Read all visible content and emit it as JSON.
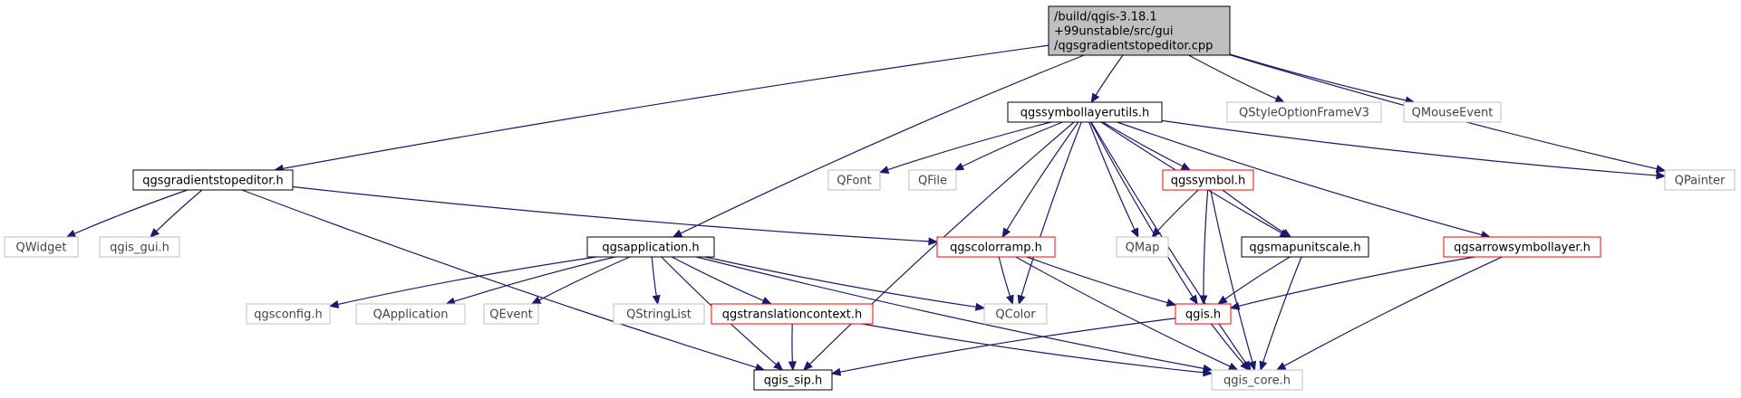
{
  "colors": {
    "edge": "#191970",
    "black_border": "#000000",
    "red_border": "#ff0000",
    "gray_border": "#bfbfbf",
    "root_fill": "#bfbfbf",
    "node_fill": "#ffffff"
  },
  "nodes": [
    {
      "id": "root",
      "lines": [
        "/build/qgis-3.18.1",
        "+99unstable/src/gui",
        "/qgsgradientstopeditor.cpp"
      ],
      "style": "root"
    },
    {
      "id": "qgssymbollayerutils_h",
      "lines": [
        "qgssymbollayerutils.h"
      ],
      "style": "black"
    },
    {
      "id": "qstyleoptionframev3",
      "lines": [
        "QStyleOptionFrameV3"
      ],
      "style": "gray"
    },
    {
      "id": "qmouseevent",
      "lines": [
        "QMouseEvent"
      ],
      "style": "gray"
    },
    {
      "id": "qgsgradientstopeditor_h",
      "lines": [
        "qgsgradientstopeditor.h"
      ],
      "style": "black"
    },
    {
      "id": "qfont",
      "lines": [
        "QFont"
      ],
      "style": "gray"
    },
    {
      "id": "qfile",
      "lines": [
        "QFile"
      ],
      "style": "gray"
    },
    {
      "id": "qgssymbol_h",
      "lines": [
        "qgssymbol.h"
      ],
      "style": "red"
    },
    {
      "id": "qpainter",
      "lines": [
        "QPainter"
      ],
      "style": "gray"
    },
    {
      "id": "qwidget",
      "lines": [
        "QWidget"
      ],
      "style": "gray"
    },
    {
      "id": "qgis_gui_h",
      "lines": [
        "qgis_gui.h"
      ],
      "style": "gray"
    },
    {
      "id": "qgsapplication_h",
      "lines": [
        "qgsapplication.h"
      ],
      "style": "black"
    },
    {
      "id": "qgscolorramp_h",
      "lines": [
        "qgscolorramp.h"
      ],
      "style": "red"
    },
    {
      "id": "qmap",
      "lines": [
        "QMap"
      ],
      "style": "gray"
    },
    {
      "id": "qgsmapunitscale_h",
      "lines": [
        "qgsmapunitscale.h"
      ],
      "style": "black"
    },
    {
      "id": "qgsarrowsymbollayer_h",
      "lines": [
        "qgsarrowsymbollayer.h"
      ],
      "style": "red"
    },
    {
      "id": "qgsconfig_h",
      "lines": [
        "qgsconfig.h"
      ],
      "style": "gray"
    },
    {
      "id": "qapplication",
      "lines": [
        "QApplication"
      ],
      "style": "gray"
    },
    {
      "id": "qevent",
      "lines": [
        "QEvent"
      ],
      "style": "gray"
    },
    {
      "id": "qstringlist",
      "lines": [
        "QStringList"
      ],
      "style": "gray"
    },
    {
      "id": "qgstranslationcontext_h",
      "lines": [
        "qgstranslationcontext.h"
      ],
      "style": "red"
    },
    {
      "id": "qcolor",
      "lines": [
        "QColor"
      ],
      "style": "gray"
    },
    {
      "id": "qgis_h",
      "lines": [
        "qgis.h"
      ],
      "style": "red"
    },
    {
      "id": "qgis_sip_h",
      "lines": [
        "qgis_sip.h"
      ],
      "style": "black"
    },
    {
      "id": "qgis_core_h",
      "lines": [
        "qgis_core.h"
      ],
      "style": "gray"
    }
  ],
  "edges": [
    {
      "from": "root",
      "to": "qgssymbollayerutils_h"
    },
    {
      "from": "root",
      "to": "qstyleoptionframev3"
    },
    {
      "from": "root",
      "to": "qmouseevent"
    },
    {
      "from": "root",
      "to": "qgsgradientstopeditor_h"
    },
    {
      "from": "root",
      "to": "qpainter"
    },
    {
      "from": "root",
      "to": "qgsapplication_h"
    },
    {
      "from": "qgssymbollayerutils_h",
      "to": "qfont"
    },
    {
      "from": "qgssymbollayerutils_h",
      "to": "qfile"
    },
    {
      "from": "qgssymbollayerutils_h",
      "to": "qgssymbol_h"
    },
    {
      "from": "qgssymbollayerutils_h",
      "to": "qpainter"
    },
    {
      "from": "qgssymbollayerutils_h",
      "to": "qgscolorramp_h"
    },
    {
      "from": "qgssymbollayerutils_h",
      "to": "qmap"
    },
    {
      "from": "qgssymbollayerutils_h",
      "to": "qgsmapunitscale_h"
    },
    {
      "from": "qgssymbollayerutils_h",
      "to": "qgsarrowsymbollayer_h"
    },
    {
      "from": "qgssymbollayerutils_h",
      "to": "qcolor"
    },
    {
      "from": "qgssymbollayerutils_h",
      "to": "qgis_h"
    },
    {
      "from": "qgssymbollayerutils_h",
      "to": "qgis_sip_h"
    },
    {
      "from": "qgssymbollayerutils_h",
      "to": "qgis_core_h"
    },
    {
      "from": "qgsgradientstopeditor_h",
      "to": "qwidget"
    },
    {
      "from": "qgsgradientstopeditor_h",
      "to": "qgis_gui_h"
    },
    {
      "from": "qgsgradientstopeditor_h",
      "to": "qgscolorramp_h"
    },
    {
      "from": "qgsgradientstopeditor_h",
      "to": "qgis_sip_h"
    },
    {
      "from": "qgssymbol_h",
      "to": "qmap"
    },
    {
      "from": "qgssymbol_h",
      "to": "qgsmapunitscale_h"
    },
    {
      "from": "qgssymbol_h",
      "to": "qgis_h"
    },
    {
      "from": "qgssymbol_h",
      "to": "qgis_core_h"
    },
    {
      "from": "qgsapplication_h",
      "to": "qgsconfig_h"
    },
    {
      "from": "qgsapplication_h",
      "to": "qapplication"
    },
    {
      "from": "qgsapplication_h",
      "to": "qevent"
    },
    {
      "from": "qgsapplication_h",
      "to": "qstringlist"
    },
    {
      "from": "qgsapplication_h",
      "to": "qgstranslationcontext_h"
    },
    {
      "from": "qgsapplication_h",
      "to": "qcolor"
    },
    {
      "from": "qgsapplication_h",
      "to": "qgis_sip_h"
    },
    {
      "from": "qgsapplication_h",
      "to": "qgis_core_h"
    },
    {
      "from": "qgscolorramp_h",
      "to": "qcolor"
    },
    {
      "from": "qgscolorramp_h",
      "to": "qgis_h"
    },
    {
      "from": "qgscolorramp_h",
      "to": "qgis_core_h"
    },
    {
      "from": "qgsmapunitscale_h",
      "to": "qgis_h"
    },
    {
      "from": "qgsmapunitscale_h",
      "to": "qgis_core_h"
    },
    {
      "from": "qgsarrowsymbollayer_h",
      "to": "qgis_h"
    },
    {
      "from": "qgsarrowsymbollayer_h",
      "to": "qgis_core_h"
    },
    {
      "from": "qgstranslationcontext_h",
      "to": "qgis_sip_h"
    },
    {
      "from": "qgstranslationcontext_h",
      "to": "qgis_core_h"
    },
    {
      "from": "qgis_h",
      "to": "qgis_sip_h"
    },
    {
      "from": "qgis_h",
      "to": "qgis_core_h"
    }
  ]
}
